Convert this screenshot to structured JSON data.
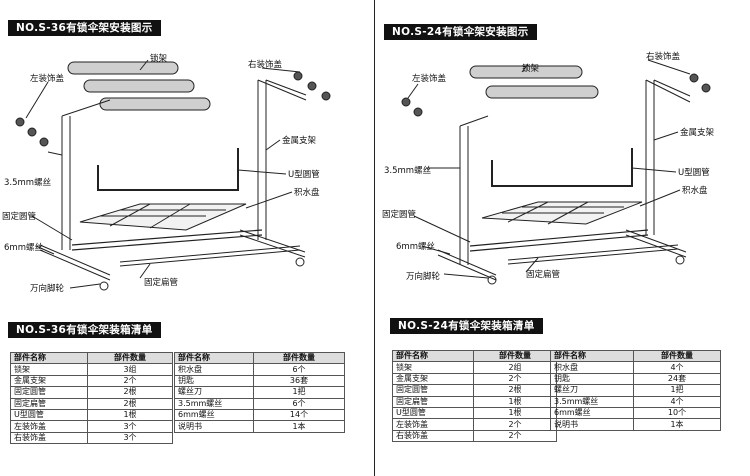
{
  "left": {
    "install_title": "NO.S-36有锁伞架安装图示",
    "pack_title": "NO.S-36有锁伞架装箱清单",
    "labels": {
      "lock_rack": "锁架",
      "left_cap": "左装饰盖",
      "right_cap": "右装饰盖",
      "metal_stand": "金属支架",
      "screw_35": "3.5mm螺丝",
      "u_tube": "U型圆管",
      "drip_tray": "积水盘",
      "fixed_tube": "固定圆管",
      "screw_6": "6mm螺丝",
      "caster": "万向脚轮",
      "flat_tube": "固定扁管"
    },
    "table1": {
      "headers": [
        "部件名称",
        "部件数量"
      ],
      "rows": [
        [
          "锁架",
          "3组"
        ],
        [
          "金属支架",
          "2个"
        ],
        [
          "固定圆管",
          "2根"
        ],
        [
          "固定扁管",
          "2根"
        ],
        [
          "U型圆管",
          "1根"
        ],
        [
          "左装饰盖",
          "3个"
        ],
        [
          "右装饰盖",
          "3个"
        ]
      ]
    },
    "table2": {
      "headers": [
        "部件名称",
        "部件数量"
      ],
      "rows": [
        [
          "积水盘",
          "6个"
        ],
        [
          "钥匙",
          "36套"
        ],
        [
          "螺丝刀",
          "1把"
        ],
        [
          "3.5mm螺丝",
          "6个"
        ],
        [
          "6mm螺丝",
          "14个"
        ],
        [
          "说明书",
          "1本"
        ]
      ]
    }
  },
  "right": {
    "install_title": "NO.S-24有锁伞架安装图示",
    "pack_title": "NO.S-24有锁伞架装箱清单",
    "labels": {
      "lock_rack": "锁架",
      "left_cap": "左装饰盖",
      "right_cap": "右装饰盖",
      "metal_stand": "金属支架",
      "screw_35": "3.5mm螺丝",
      "u_tube": "U型圆管",
      "drip_tray": "积水盘",
      "fixed_tube": "固定圆管",
      "screw_6": "6mm螺丝",
      "caster": "万向脚轮",
      "flat_tube": "固定扁管"
    },
    "table1": {
      "headers": [
        "部件名称",
        "部件数量"
      ],
      "rows": [
        [
          "锁架",
          "2组"
        ],
        [
          "金属支架",
          "2个"
        ],
        [
          "固定圆管",
          "2根"
        ],
        [
          "固定扁管",
          "1根"
        ],
        [
          "U型圆管",
          "1根"
        ],
        [
          "左装饰盖",
          "2个"
        ],
        [
          "右装饰盖",
          "2个"
        ]
      ]
    },
    "table2": {
      "headers": [
        "部件名称",
        "部件数量"
      ],
      "rows": [
        [
          "积水盘",
          "4个"
        ],
        [
          "钥匙",
          "24套"
        ],
        [
          "螺丝刀",
          "1把"
        ],
        [
          "3.5mm螺丝",
          "4个"
        ],
        [
          "6mm螺丝",
          "10个"
        ],
        [
          "说明书",
          "1本"
        ]
      ]
    }
  }
}
